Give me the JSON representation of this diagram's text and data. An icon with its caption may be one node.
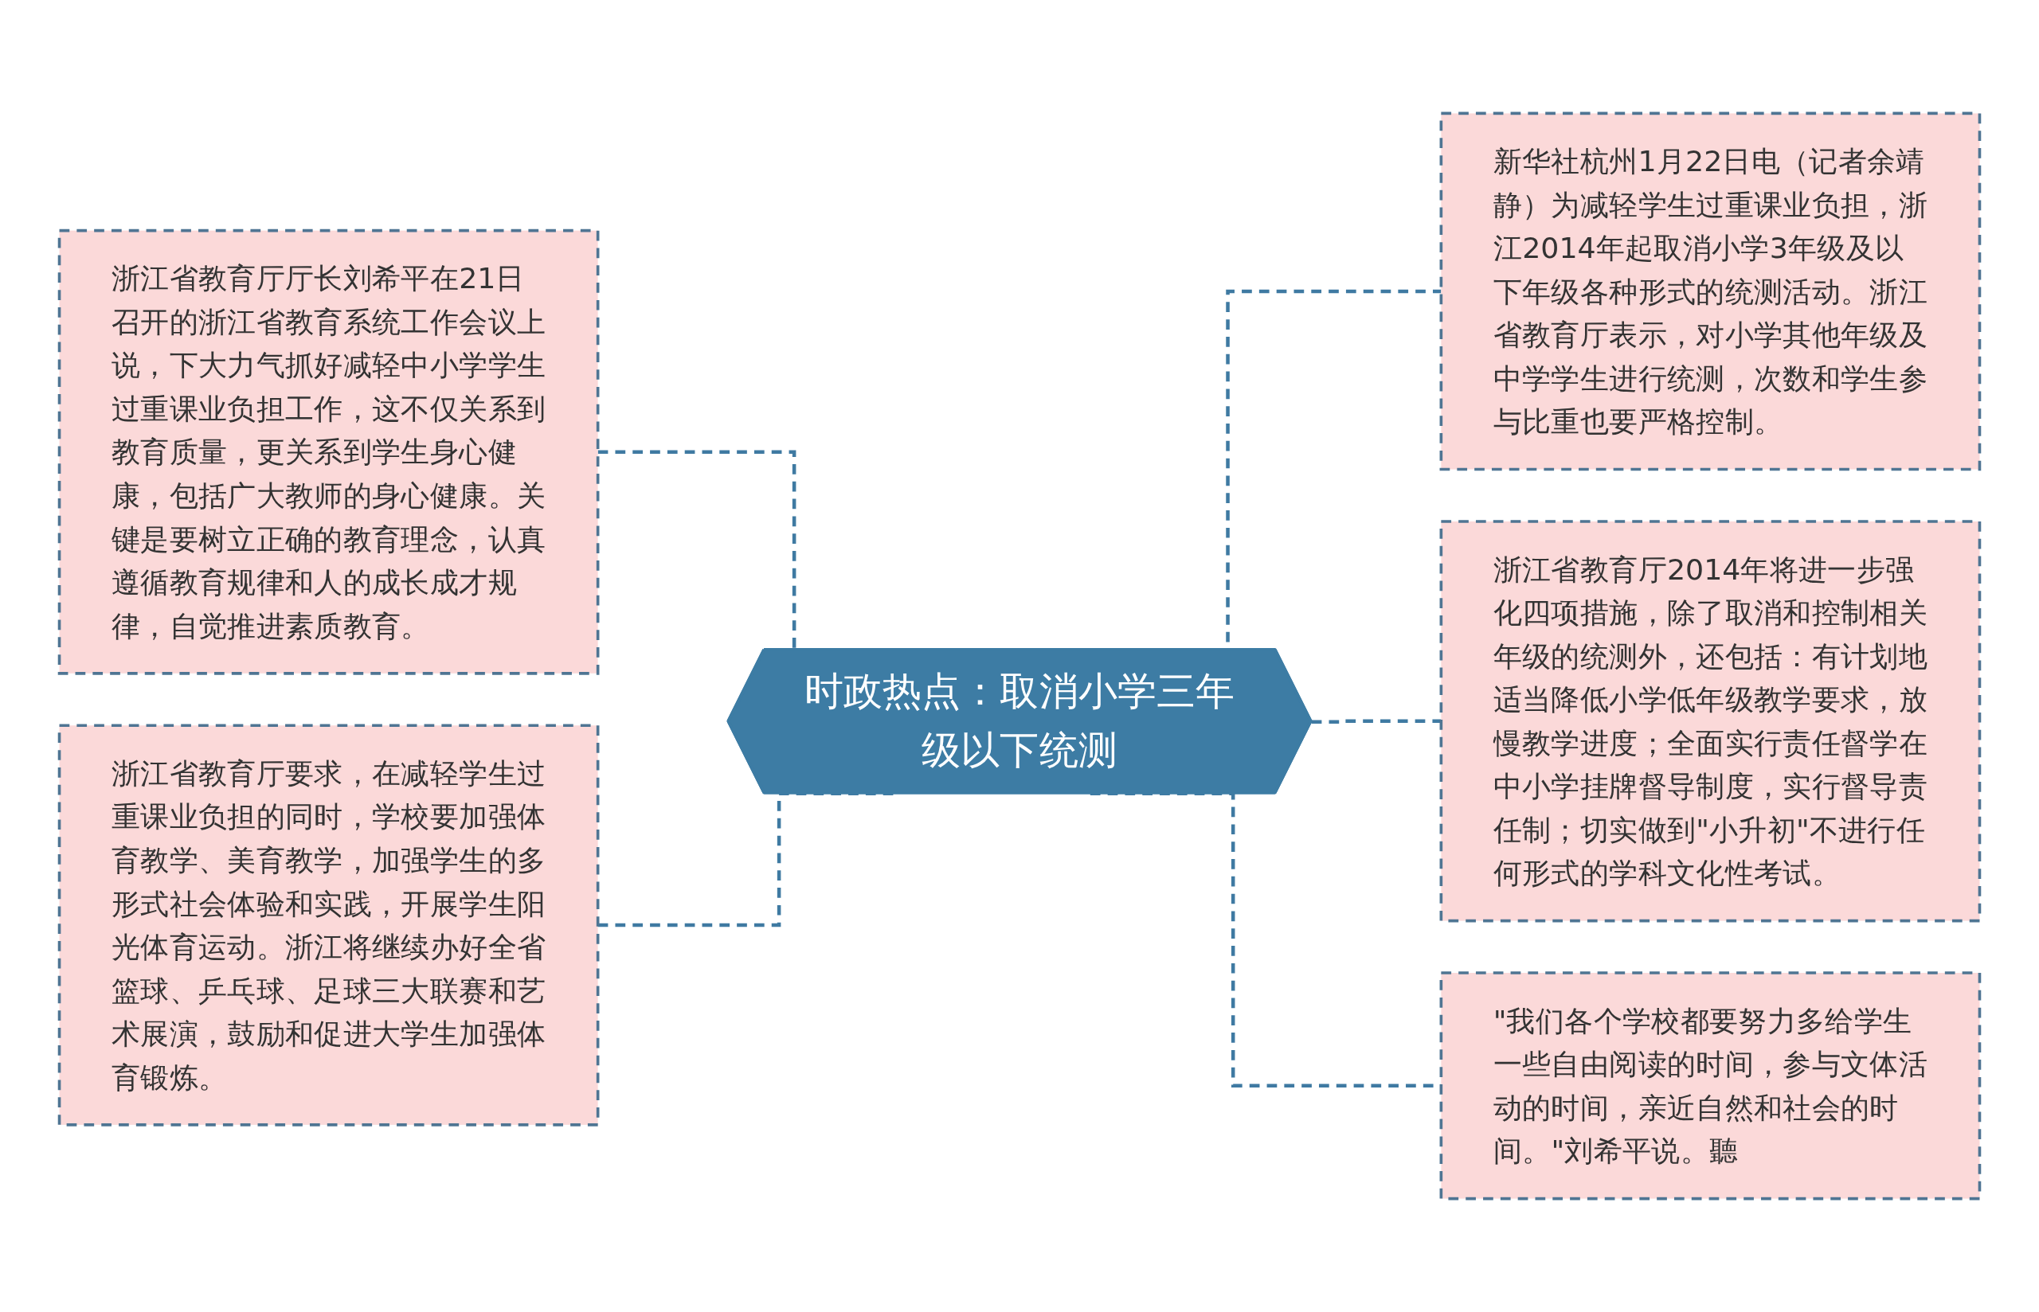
{
  "diagram": {
    "nodes": [
      {
        "text": [
          "时政热点：取消小学三年级以下统测"
        ]
      },
      {
        "text": [
          "浙江省教育厅厅长刘希平在21日召开的浙江省教育系统工作会议上说，下大力气抓好减轻中小学学生过重课业负担工作，这不仅关系到教育质量，更关系到学生身心健康，包括广大教师的身心健康。关键是要树立正确的教育理念，认真遵循教育规律和人的成长成才规律，自觉推进素质教育。"
        ]
      },
      {
        "text": [
          "浙江省教育厅要求，在减轻学生过重课业负担的同时，学校要加强体育教学、美育教学，加强学生的多形式社会体验和实践，开展学生阳光体育运动。浙江将继续办好全省篮球、乒乓球、足球三大联赛和艺术展演，鼓励和促进大学生加强体育锻炼。"
        ]
      },
      {
        "text": [
          "新华社杭州1月22日电（记者余靖静）为减轻学生过重课业负担，浙江2014年起取消小学3年级及以下年级各种形式的统测活动。浙江省教育厅表示，对小学其他年级及中学学生进行统测，次数和学生参与比重也要严格控制。"
        ]
      },
      {
        "text": [
          "浙江省教育厅2014年将进一步强化四项措施，除了取消和控制相关年级的统测外，还包括：有计划地适当降低小学低年级教学要求，放慢教学进度；全面实行责任督学在中小学挂牌督导制度，实行督导责任制；切实做到\"小升初\"不进行任何形式的学科文化性考试。"
        ]
      },
      {
        "text": [
          "\"我们各个学校都要努力多给学生一些自由阅读的时间，参与文体活动的时间，亲近自然和社会的时间。\"刘希平说。聽"
        ]
      }
    ],
    "edges": [
      {
        "from": 1,
        "to": 0,
        "arrow": "none",
        "style": "dashed"
      },
      {
        "from": 2,
        "to": 0,
        "arrow": "none",
        "style": "dashed"
      },
      {
        "from": 0,
        "to": 3,
        "arrow": "none",
        "style": "dashed"
      },
      {
        "from": 0,
        "to": 4,
        "arrow": "none",
        "style": "dashed"
      },
      {
        "from": 0,
        "to": 5,
        "arrow": "none",
        "style": "dashed"
      }
    ]
  }
}
